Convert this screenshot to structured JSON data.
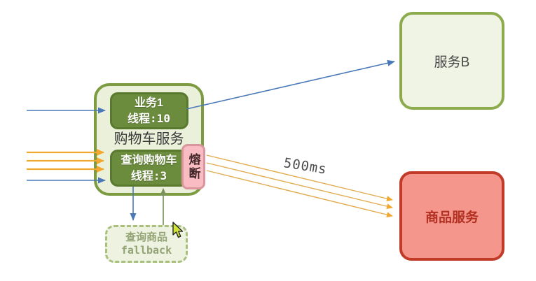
{
  "cart_service": {
    "title": "购物车服务",
    "business_box": {
      "name": "业务1",
      "threads": "线程:10"
    },
    "query_box": {
      "name": "查询购物车",
      "threads": "线程:3"
    }
  },
  "circuit_breaker": {
    "label": "熔断"
  },
  "service_b": {
    "label": "服务B"
  },
  "product_service": {
    "label": "商品服务"
  },
  "fallback_box": {
    "title": "查询商品",
    "subtitle": "fallback"
  },
  "edge_labels": {
    "latency": "500ms"
  },
  "colors": {
    "blue_arrow": "#4a78b8",
    "orange_arrow": "#f2a72e",
    "olive_arrow": "#7d935d",
    "green_border": "#7d9b40",
    "green_fill": "#eaf0da",
    "dark_green_fill": "#6b8c3d",
    "red_border": "#c23b28",
    "red_fill": "#f4968c",
    "pink_border": "#da969c",
    "pink_fill": "#f8bcc2",
    "cursor_fill": "#cfe23a"
  }
}
